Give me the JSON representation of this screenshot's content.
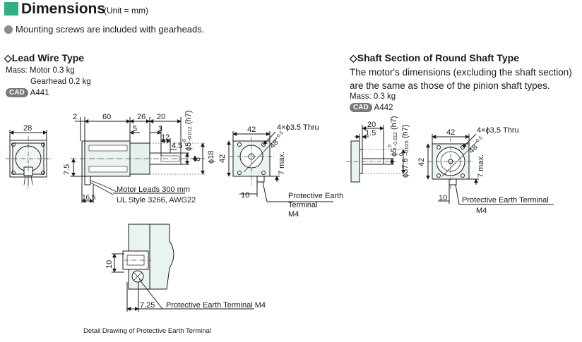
{
  "header": {
    "title": "Dimensions",
    "unit_note": "(Unit = mm)",
    "mounting_note": "Mounting screws are included with gearheads."
  },
  "lead_wire": {
    "heading": "◇Lead Wire Type",
    "mass_motor": "Mass: Motor  0.3 kg",
    "mass_gearhead": "Gearhead  0.2 kg",
    "cad_badge": "CAD",
    "cad_id": "A441"
  },
  "shaft_section": {
    "heading": "◇Shaft Section of Round Shaft Type",
    "desc_line1": "The motor's dimensions (excluding the shaft section)",
    "desc_line2": "are the same as those of the pinion shaft types.",
    "mass": "Mass: 0.3 kg",
    "cad_badge": "CAD",
    "cad_id": "A442"
  },
  "drawing_labels": {
    "d28": "28",
    "d2": "2",
    "d60": "60",
    "d26": "26",
    "d20": "20",
    "d5": "5",
    "d3": "3",
    "d12": "12",
    "d4_5": "4.5",
    "tol_upper": "0",
    "tol_lower_shaft": "−0.012",
    "shaft_dia": "ϕ5",
    "h7": "(h7)",
    "flat_8": "8",
    "dia_18": "ϕ18",
    "d7_5": "7.5",
    "d16_5": "16.5",
    "motor_leads_1": "Motor Leads 300 mm",
    "motor_leads_2": "UL Style 3266, AWG22",
    "d42_top": "42",
    "d42_side": "42",
    "holes": "4×ϕ3.5 Thru",
    "pcd_48": "48",
    "pcd_tol": "−0.5",
    "d7_max": "7 max.",
    "d10": "10",
    "pe_terminal_1": "Protective Earth",
    "pe_terminal_2": "Terminal",
    "m4": "M4",
    "r_d20": "20",
    "r_d1_5": "1.5",
    "r_shaft_dia": "ϕ5",
    "r_tol_lower_shaft": "−0.012",
    "r_pilot_dia": "ϕ37.6",
    "r_tol_lower_pilot": "−0.025",
    "r_d42_top": "42",
    "r_d42_side": "42",
    "r_holes": "4×ϕ3.5 Thru",
    "r_pcd_48": "48",
    "r_pcd_tol": "−0.5",
    "r_d7_max": "7 max.",
    "r_d10": "10",
    "r_pe_terminal": "Protective Earth Terminal",
    "r_m4": "M4",
    "det_d10": "10",
    "det_d7_25": "7.25",
    "det_pe": "Protective Earth Terminal M4",
    "detail_caption": "Detail Drawing of Protective Earth Terminal"
  },
  "colors": {
    "accent": "#2fb083",
    "motor_fill": "#eaf4ee",
    "gearhead_fill": "#e4f0ea",
    "line": "#1a1a1a",
    "centerline": "#444444"
  }
}
